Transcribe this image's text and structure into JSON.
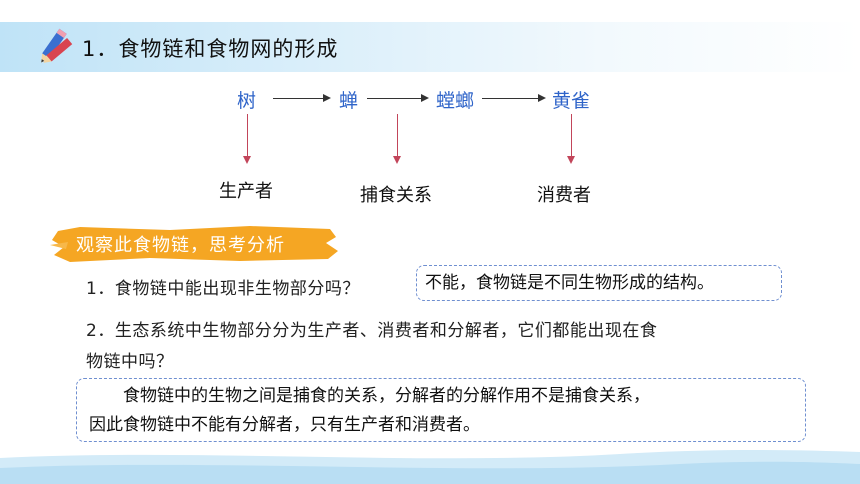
{
  "header": {
    "title": "1．食物链和食物网的形成",
    "icon": "pencils-icon"
  },
  "chain": {
    "nodes": [
      "树",
      "蝉",
      "螳螂",
      "黄雀"
    ],
    "roles": [
      "生产者",
      "捕食关系",
      "消费者"
    ]
  },
  "banner": {
    "text": "观察此食物链，思考分析"
  },
  "questions": {
    "q1": "1．食物链中能出现非生物部分吗？",
    "a1": "不能，食物链是不同生物形成的结构。",
    "q2_line1": "2．生态系统中生物部分分为生产者、消费者和分解者，它们都能出现在食",
    "q2_line2": "物链中吗？",
    "a2_line1": "食物链中的生物之间是捕食的关系，分解者的分解作用不是捕食关系，",
    "a2_line2": "因此食物链中不能有分解者，只有生产者和消费者。"
  },
  "colors": {
    "node": "#2f64c9",
    "arrow_v": "#c2455a",
    "banner": "#f5a623",
    "header_band": "#bfe3f7"
  }
}
